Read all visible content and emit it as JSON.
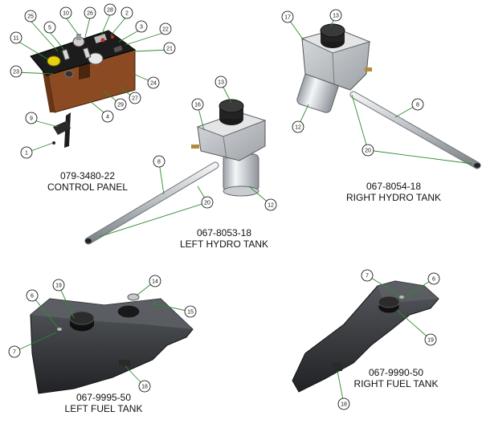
{
  "assemblies": {
    "control_panel": {
      "part_number": "079-3480-22",
      "title": "CONTROL PANEL"
    },
    "left_hydro": {
      "part_number": "067-8053-18",
      "title": "LEFT HYDRO TANK"
    },
    "right_hydro": {
      "part_number": "067-8054-18",
      "title": "RIGHT HYDRO TANK"
    },
    "left_fuel": {
      "part_number": "067-9995-50",
      "title": "LEFT FUEL TANK"
    },
    "right_fuel": {
      "part_number": "067-9990-50",
      "title": "RIGHT FUEL TANK"
    }
  },
  "callouts": {
    "control_panel": [
      "10",
      "26",
      "28",
      "25",
      "5",
      "2",
      "3",
      "22",
      "11",
      "21",
      "23",
      "24",
      "9",
      "29",
      "27",
      "4",
      "1"
    ],
    "left_hydro": [
      "13",
      "16",
      "8",
      "20",
      "12"
    ],
    "right_hydro": [
      "17",
      "13",
      "8",
      "12",
      "20"
    ],
    "left_fuel": [
      "19",
      "6",
      "14",
      "15",
      "7",
      "18"
    ],
    "right_fuel": [
      "7",
      "6",
      "19",
      "18"
    ]
  },
  "colors": {
    "leader": "#2e8b2e",
    "panel_brown": "#8b4a22",
    "panel_black": "#1a1a1a",
    "metal": "#bfc3c7",
    "tank_dark": "#2b2d30"
  }
}
